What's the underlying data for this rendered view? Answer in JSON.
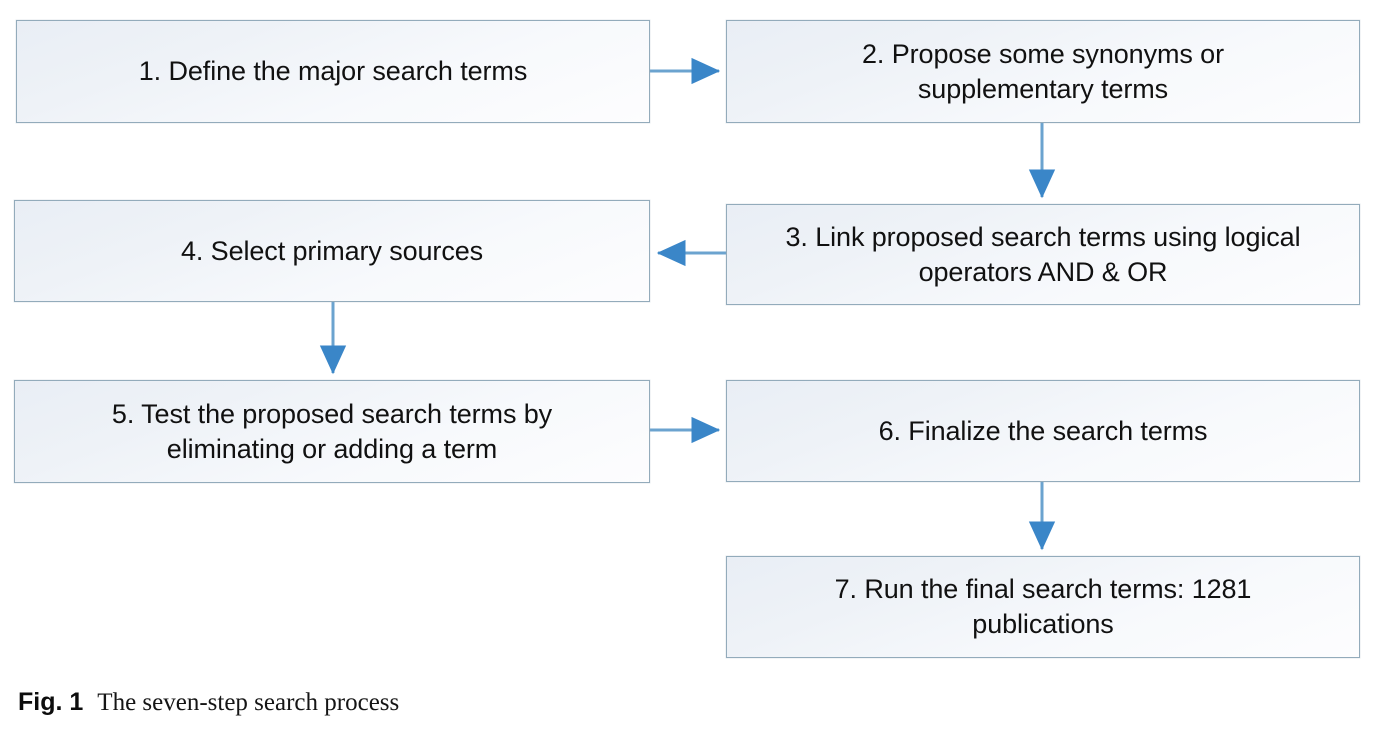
{
  "figure": {
    "caption_tag": "Fig. 1",
    "caption_text": "The seven-step search process",
    "accent_color": "#3a86c8",
    "box_border_color": "#93abbb",
    "box_fill_top": "#e9eef5",
    "box_fill_bottom": "#fdfdfe",
    "text_color": "#111111"
  },
  "diagram_data": {
    "type": "flowchart",
    "title": "The seven-step search process",
    "node_count": 7,
    "nodes": [
      {
        "id": "1",
        "label": "1. Define the major search terms",
        "column": "left",
        "row": 1
      },
      {
        "id": "2",
        "label": "2. Propose some synonyms or\nsupplementary terms",
        "column": "right",
        "row": 1
      },
      {
        "id": "3",
        "label": "3. Link proposed search terms using logical\noperators AND & OR",
        "column": "right",
        "row": 2
      },
      {
        "id": "4",
        "label": "4. Select primary sources",
        "column": "left",
        "row": 2
      },
      {
        "id": "5",
        "label": "5. Test the proposed search terms by\neliminating or adding a term",
        "column": "left",
        "row": 3
      },
      {
        "id": "6",
        "label": "6. Finalize the search terms",
        "column": "right",
        "row": 3
      },
      {
        "id": "7",
        "label": "7. Run the final search terms: 1281\npublications",
        "column": "right",
        "row": 4
      }
    ],
    "edges": [
      {
        "from": "1",
        "to": "2",
        "direction": "right"
      },
      {
        "from": "2",
        "to": "3",
        "direction": "down"
      },
      {
        "from": "3",
        "to": "4",
        "direction": "left"
      },
      {
        "from": "4",
        "to": "5",
        "direction": "down"
      },
      {
        "from": "5",
        "to": "6",
        "direction": "right"
      },
      {
        "from": "6",
        "to": "7",
        "direction": "down"
      }
    ]
  }
}
